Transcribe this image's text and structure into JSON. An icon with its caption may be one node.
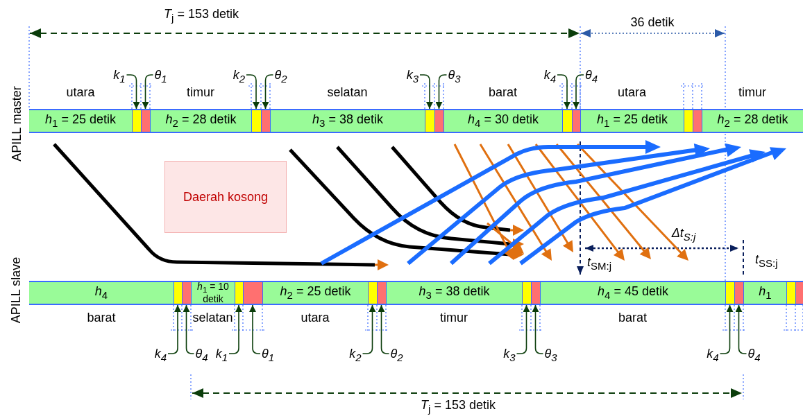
{
  "diagram": {
    "nodes": [
      {
        "text": [],
        "shape": "bar"
      },
      {
        "text": [
          "*h*$_{1}$ = 25 detik"
        ],
        "in": 0,
        "beside": [
          "utara"
        ]
      },
      {
        "text": [],
        "shape": "box",
        "in": 0
      },
      {
        "text": [],
        "shape": "box",
        "in": 0
      },
      {
        "text": [
          "*h*$_{2}$ = 28 detik"
        ],
        "in": 0,
        "beside": [
          "timur"
        ]
      },
      {
        "text": [],
        "shape": "box",
        "in": 0
      },
      {
        "text": [],
        "shape": "box",
        "in": 0
      },
      {
        "text": [
          "*h*$_{3}$ = 38 detik"
        ],
        "in": 0,
        "beside": [
          "selatan"
        ]
      },
      {
        "text": [],
        "shape": "box",
        "in": 0
      },
      {
        "text": [],
        "shape": "box",
        "in": 0
      },
      {
        "text": [
          "*h*$_{4}$ = 30 detik"
        ],
        "in": 0,
        "beside": [
          "barat"
        ]
      },
      {
        "text": [],
        "shape": "box",
        "in": 0
      },
      {
        "text": [],
        "shape": "box",
        "in": 0
      },
      {
        "text": [
          "*h*$_{1}$ = 25 detik"
        ],
        "in": 0,
        "beside": [
          "utara"
        ]
      },
      {
        "text": [],
        "shape": "box",
        "in": 0
      },
      {
        "text": [],
        "shape": "box",
        "in": 0
      },
      {
        "text": [
          "*h*$_{2}$ = 28 detik"
        ],
        "in": 0,
        "beside": [
          "timur"
        ]
      },
      {
        "text": [],
        "shape": "bar"
      },
      {
        "text": [
          "*h*$_{4}$"
        ],
        "in": 17,
        "beside": [
          "barat"
        ]
      },
      {
        "text": [],
        "shape": "box",
        "in": 17
      },
      {
        "text": [],
        "shape": "box",
        "in": 17
      },
      {
        "text": [
          "*h*$_{1}$ = 10 detik"
        ],
        "in": 17,
        "beside": [
          "selatan"
        ]
      },
      {
        "text": [],
        "shape": "box",
        "in": 17
      },
      {
        "text": [],
        "shape": "box",
        "in": 17
      },
      {
        "text": [
          "*h*$_{2}$ = 25 detik"
        ],
        "in": 17,
        "beside": [
          "utara"
        ]
      },
      {
        "text": [],
        "shape": "box",
        "in": 17
      },
      {
        "text": [],
        "shape": "box",
        "in": 17
      },
      {
        "text": [
          "*h*$_{3}$ = 38 detik"
        ],
        "in": 17,
        "beside": [
          "timur"
        ]
      },
      {
        "text": [],
        "shape": "box",
        "in": 17
      },
      {
        "text": [],
        "shape": "box",
        "in": 17
      },
      {
        "text": [
          "*h*$_{4}$ = 45 detik"
        ],
        "in": 17,
        "beside": [
          "barat"
        ]
      },
      {
        "text": [],
        "shape": "box",
        "in": 17
      },
      {
        "text": [],
        "shape": "box",
        "in": 17
      },
      {
        "text": [
          "*h*$_{1}$"
        ],
        "in": 17
      },
      {
        "text": [],
        "shape": "box",
        "in": 17
      },
      {
        "text": [],
        "shape": "box",
        "in": 17
      },
      {
        "text": [
          "Daerah kosong"
        ]
      },
      {
        "text": [
          "k$_{1}$"
        ]
      },
      {
        "text": [
          "θ$_{1}$"
        ]
      },
      {
        "text": [
          "k$_{2}$"
        ]
      },
      {
        "text": [
          "θ$_{2}$"
        ]
      },
      {
        "text": [
          "k$_{3}$"
        ]
      },
      {
        "text": [
          "θ$_{3}$"
        ]
      },
      {
        "text": [
          "k$_{4}$"
        ]
      },
      {
        "text": [
          "θ$_{4}$"
        ]
      },
      {
        "text": [
          "k$_{4}$"
        ]
      },
      {
        "text": [
          "θ$_{4}$"
        ]
      },
      {
        "text": [
          "k$_{1}$"
        ]
      },
      {
        "text": [
          "θ$_{1}$"
        ]
      },
      {
        "text": [
          "k$_{2}$"
        ]
      },
      {
        "text": [
          "θ$_{2}$"
        ]
      },
      {
        "text": [
          "k$_{3}$"
        ]
      },
      {
        "text": [
          "θ$_{3}$"
        ]
      },
      {
        "text": [
          "k$_{4}$"
        ]
      },
      {
        "text": [
          "θ$_{4}$"
        ]
      }
    ],
    "edges": [
      {
        "from": 37,
        "to": 2,
        "arrow": "to"
      },
      {
        "from": 38,
        "to": 3,
        "arrow": "to"
      },
      {
        "from": 39,
        "to": 5,
        "arrow": "to"
      },
      {
        "from": 40,
        "to": 6,
        "arrow": "to"
      },
      {
        "from": 41,
        "to": 8,
        "arrow": "to"
      },
      {
        "from": 42,
        "to": 9,
        "arrow": "to"
      },
      {
        "from": 43,
        "to": 11,
        "arrow": "to"
      },
      {
        "from": 44,
        "to": 12,
        "arrow": "to"
      },
      {
        "from": 45,
        "to": 19,
        "arrow": "to"
      },
      {
        "from": 46,
        "to": 20,
        "arrow": "to"
      },
      {
        "from": 47,
        "to": 22,
        "arrow": "to"
      },
      {
        "from": 48,
        "to": 23,
        "arrow": "to"
      },
      {
        "from": 49,
        "to": 25,
        "arrow": "to"
      },
      {
        "from": 50,
        "to": 26,
        "arrow": "to"
      },
      {
        "from": 51,
        "to": 28,
        "arrow": "to"
      },
      {
        "from": 52,
        "to": 29,
        "arrow": "to"
      },
      {
        "from": 53,
        "to": 31,
        "arrow": "to"
      },
      {
        "from": 54,
        "to": 32,
        "arrow": "to"
      }
    ],
    "labels": [
      "*T*$_{j}$ = 153 detik",
      "36 detik",
      "APILL master",
      "APILL slave",
      "Δt$_{S:j}$",
      "*t*$_{SM:j}$",
      "*t*$_{SS:j}$",
      "*T*$_{j}$ = 153 detik"
    ]
  }
}
